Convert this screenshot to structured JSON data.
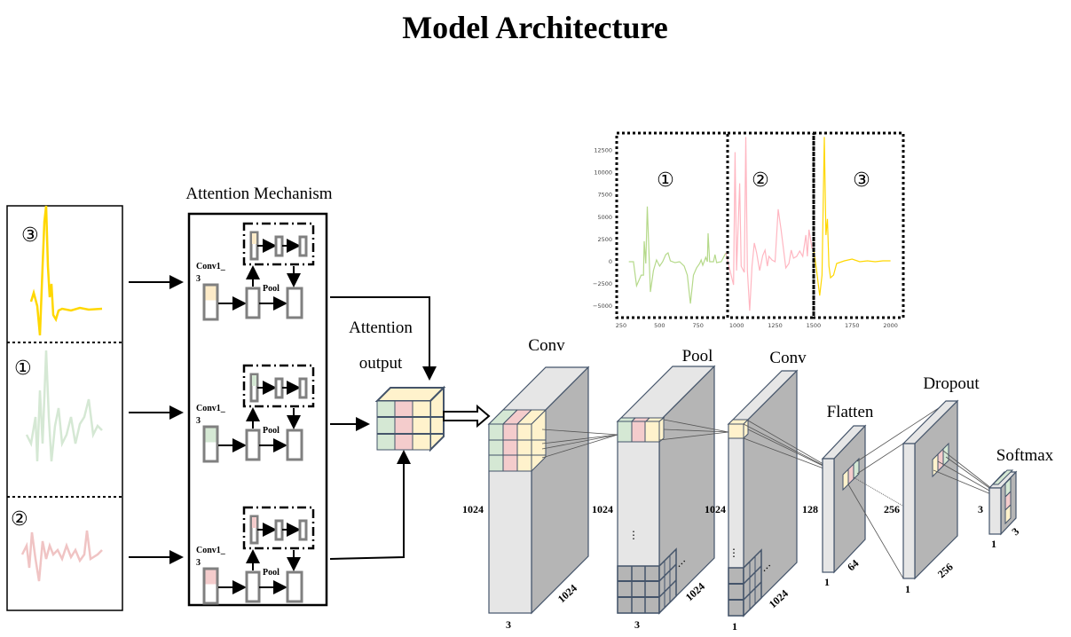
{
  "title": "Model Architecture",
  "signal_panel": {
    "labels": [
      "③",
      "①",
      "②"
    ]
  },
  "attention": {
    "title": "Attention Mechanism",
    "modules": [
      {
        "conv_label_a": "Conv1_",
        "conv_label_b": "3",
        "pool_label": "Pool",
        "color": "#fdebc8"
      },
      {
        "conv_label_a": "Conv1_",
        "conv_label_b": "3",
        "pool_label": "Pool",
        "color": "#d5e8d4"
      },
      {
        "conv_label_a": "Conv1_",
        "conv_label_b": "3",
        "pool_label": "Pool",
        "color": "#f4cccc"
      }
    ],
    "output_label_1": "Attention",
    "output_label_2": "output"
  },
  "layers": {
    "conv1": {
      "name": "Conv",
      "height": "1024",
      "width": "3",
      "depth": "1024"
    },
    "pool": {
      "name": "Pool",
      "height": "1024",
      "width": "3",
      "depth": "1024"
    },
    "conv2": {
      "name": "Conv",
      "height": "1024",
      "width": "1",
      "depth": "1024"
    },
    "flatten": {
      "name": "Flatten",
      "height": "128",
      "width": "1",
      "depth": "64"
    },
    "dropout": {
      "name": "Dropout",
      "height": "256",
      "width": "1",
      "depth": "256"
    },
    "softmax": {
      "name": "Softmax",
      "height": "3",
      "width": "1",
      "depth": "3"
    }
  },
  "chart_data": {
    "type": "line",
    "title": "",
    "xlabel": "",
    "ylabel": "",
    "xlim": [
      250,
      2050
    ],
    "ylim": [
      -6000,
      14000
    ],
    "xticks": [
      250,
      500,
      750,
      1000,
      1250,
      1500,
      1750,
      2000
    ],
    "yticks": [
      12500,
      10000,
      7500,
      5000,
      2500,
      0,
      -2500,
      -5000
    ],
    "region_labels": [
      "①",
      "②",
      "③"
    ],
    "series": [
      {
        "name": "①",
        "color": "#b5d98a",
        "points": [
          [
            300,
            0
          ],
          [
            330,
            0
          ],
          [
            350,
            -2700
          ],
          [
            380,
            -1500
          ],
          [
            395,
            -1500
          ],
          [
            400,
            2300
          ],
          [
            410,
            -200
          ],
          [
            420,
            6200
          ],
          [
            430,
            1500
          ],
          [
            440,
            -3400
          ],
          [
            460,
            -1000
          ],
          [
            480,
            200
          ],
          [
            500,
            -500
          ],
          [
            520,
            0
          ],
          [
            540,
            800
          ],
          [
            555,
            1000
          ],
          [
            570,
            100
          ],
          [
            600,
            -100
          ],
          [
            630,
            0
          ],
          [
            660,
            -500
          ],
          [
            680,
            -1500
          ],
          [
            700,
            -4700
          ],
          [
            720,
            -1500
          ],
          [
            740,
            -700
          ],
          [
            760,
            -200
          ],
          [
            770,
            200
          ],
          [
            780,
            -400
          ],
          [
            800,
            500
          ],
          [
            810,
            0
          ],
          [
            815,
            3200
          ],
          [
            825,
            0
          ],
          [
            850,
            0
          ],
          [
            860,
            800
          ],
          [
            870,
            -100
          ],
          [
            900,
            0
          ],
          [
            930,
            1000
          ]
        ]
      },
      {
        "name": "②",
        "color": "#ffb6c1",
        "points": [
          [
            930,
            1000
          ],
          [
            950,
            -500
          ],
          [
            980,
            -2600
          ],
          [
            990,
            12300
          ],
          [
            1000,
            -1000
          ],
          [
            1020,
            8800
          ],
          [
            1030,
            -500
          ],
          [
            1050,
            -1200
          ],
          [
            1060,
            14000
          ],
          [
            1070,
            -1000
          ],
          [
            1085,
            -5500
          ],
          [
            1100,
            -500
          ],
          [
            1115,
            2100
          ],
          [
            1130,
            1000
          ],
          [
            1150,
            -1000
          ],
          [
            1170,
            700
          ],
          [
            1185,
            1300
          ],
          [
            1200,
            -500
          ],
          [
            1210,
            600
          ],
          [
            1230,
            200
          ],
          [
            1250,
            0
          ],
          [
            1270,
            5900
          ],
          [
            1290,
            3500
          ],
          [
            1320,
            -700
          ],
          [
            1340,
            -200
          ],
          [
            1355,
            1300
          ],
          [
            1370,
            400
          ],
          [
            1390,
            600
          ],
          [
            1410,
            1200
          ],
          [
            1430,
            600
          ],
          [
            1450,
            3000
          ],
          [
            1460,
            600
          ],
          [
            1470,
            3600
          ],
          [
            1490,
            1500
          ],
          [
            1500,
            1500
          ]
        ]
      },
      {
        "name": "③",
        "color": "#ffd700",
        "points": [
          [
            1500,
            1500
          ],
          [
            1520,
            -1000
          ],
          [
            1540,
            -3800
          ],
          [
            1555,
            -1500
          ],
          [
            1570,
            14000
          ],
          [
            1580,
            3000
          ],
          [
            1590,
            4800
          ],
          [
            1600,
            -500
          ],
          [
            1610,
            -1800
          ],
          [
            1630,
            -1500
          ],
          [
            1650,
            -200
          ],
          [
            1700,
            100
          ],
          [
            1750,
            300
          ],
          [
            1800,
            0
          ],
          [
            1850,
            100
          ],
          [
            1900,
            0
          ],
          [
            1950,
            100
          ],
          [
            2000,
            100
          ]
        ]
      }
    ]
  }
}
